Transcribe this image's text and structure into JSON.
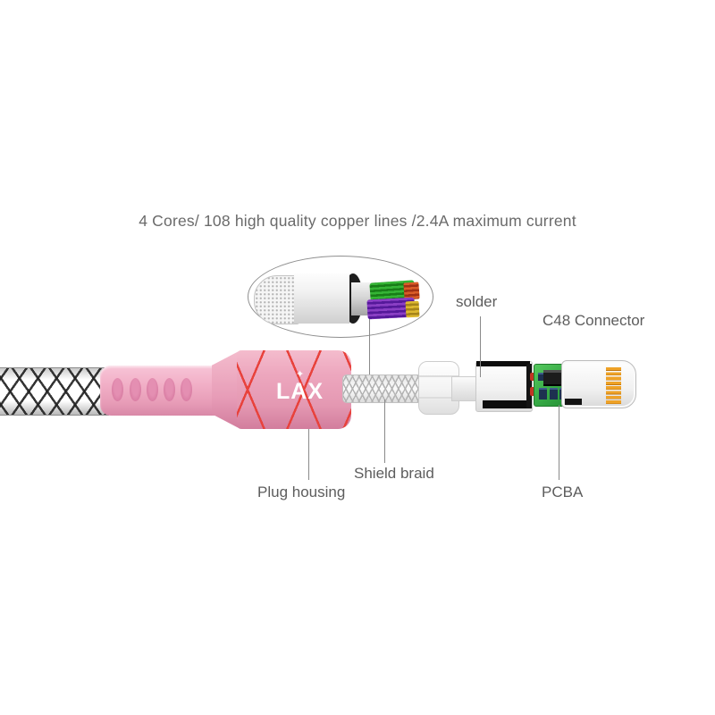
{
  "title": "4 Cores/ 108 high quality copper lines /2.4A maximum current",
  "logo": {
    "text": "LAX",
    "star": "✦"
  },
  "labels": {
    "solder": "solder",
    "c48_connector": "C48 Connector",
    "plug_housing": "Plug housing",
    "shield_braid": "Shield braid",
    "pcba": "PCBA"
  },
  "colors": {
    "pink": "#eda7be",
    "pink_dark": "#d27d9d",
    "red_line": "#e8423c",
    "pcb_green": "#35a844",
    "gold": "#eea227",
    "wire_green": "#35b435",
    "wire_purple": "#8a3fc4",
    "wire_orange": "#d95c28",
    "wire_yellow": "#ddb830",
    "label_gray": "#5d5d5d"
  }
}
